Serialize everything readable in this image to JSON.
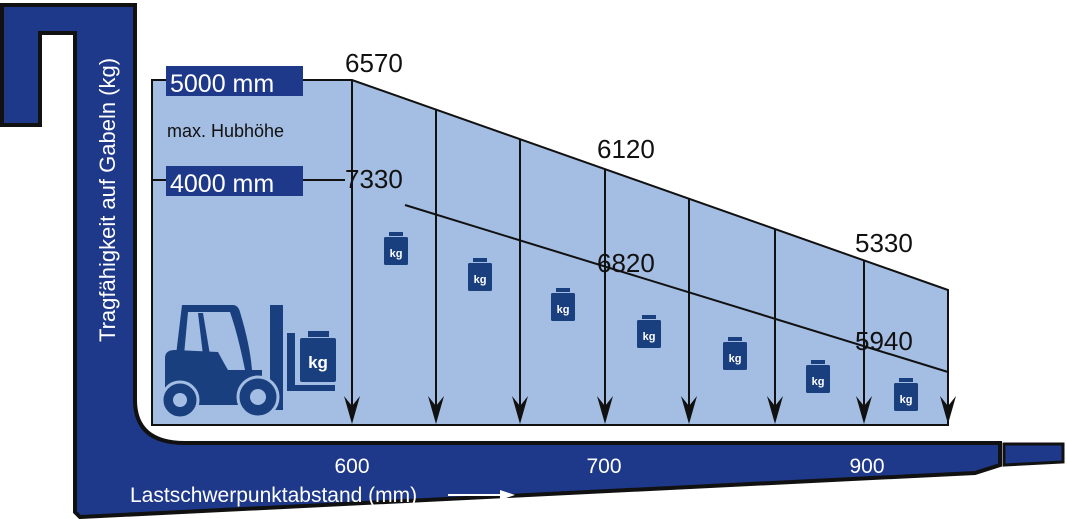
{
  "title_y": "Tragfähigkeit auf Gabeln (kg)",
  "title_x": "Lastschwerpunktabstand (mm)",
  "heights": [
    {
      "label": "5000 mm",
      "capacities": [
        "6570",
        "6120",
        "5330"
      ]
    },
    {
      "label": "4000 mm",
      "capacities": [
        "7330",
        "6820",
        "5940"
      ]
    }
  ],
  "max_lift_label": "max. Hubhöhe",
  "x_ticks": [
    "600",
    "700",
    "900"
  ],
  "weight_label": "kg",
  "colors": {
    "fork": "#1f398a",
    "area": "#a3bde3",
    "icon": "#1a3f7e"
  }
}
